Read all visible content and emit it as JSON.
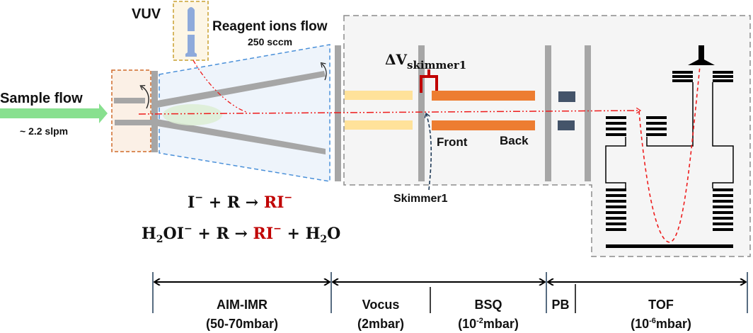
{
  "labels": {
    "vuv": "VUV",
    "reagent_flow_title": "Reagent ions flow",
    "reagent_flow_rate": "250 sccm",
    "sample_flow_title": "Sample flow",
    "sample_flow_rate": "~ 2.2 slpm",
    "delta_v": "ΔV",
    "delta_v_sub": "skimmer1",
    "front": "Front",
    "back": "Back",
    "skimmer": "Skimmer1"
  },
  "reactions": [
    {
      "lhs": [
        "I",
        "−",
        " + R → "
      ],
      "product": "RI",
      "product_sup": "−",
      "rhs": ""
    },
    {
      "lhs_text": "OI",
      "product": "RI",
      "product_sup": "−",
      "rhs_text": " + H",
      "rhs_end": "O"
    }
  ],
  "reaction1": {
    "reactant": "I",
    "reactant_charge": "−",
    "middle": " + R → ",
    "product": "RI",
    "product_charge": "−"
  },
  "reaction2": {
    "reactant_a": "H",
    "reactant_sub": "2",
    "reactant_b": "OI",
    "reactant_charge": "−",
    "middle": " + R → ",
    "product": "RI",
    "product_charge": "−",
    "plus": " + H",
    "water_sub": "2",
    "water_end": "O"
  },
  "sections": [
    {
      "name": "AIM-IMR",
      "pressure": "(50-70mbar)"
    },
    {
      "name": "Vocus",
      "pressure": "(2mbar)"
    },
    {
      "name": "BSQ",
      "pressure_pre": "(10",
      "pressure_exp": "-2",
      "pressure_post": "mbar)"
    },
    {
      "name": "PB",
      "pressure": ""
    },
    {
      "name": "TOF",
      "pressure_pre": "(10",
      "pressure_exp": "-6",
      "pressure_post": "mbar)"
    }
  ],
  "colors": {
    "sample_arrow": "#88e08f",
    "ion_path": "#ee1c1c",
    "electrode_gray": "#a6a6a6",
    "vocus_rod": "#ffe29a",
    "bsq_rod": "#ed7d31",
    "pb_block": "#44546a",
    "product_red": "#c00000"
  }
}
